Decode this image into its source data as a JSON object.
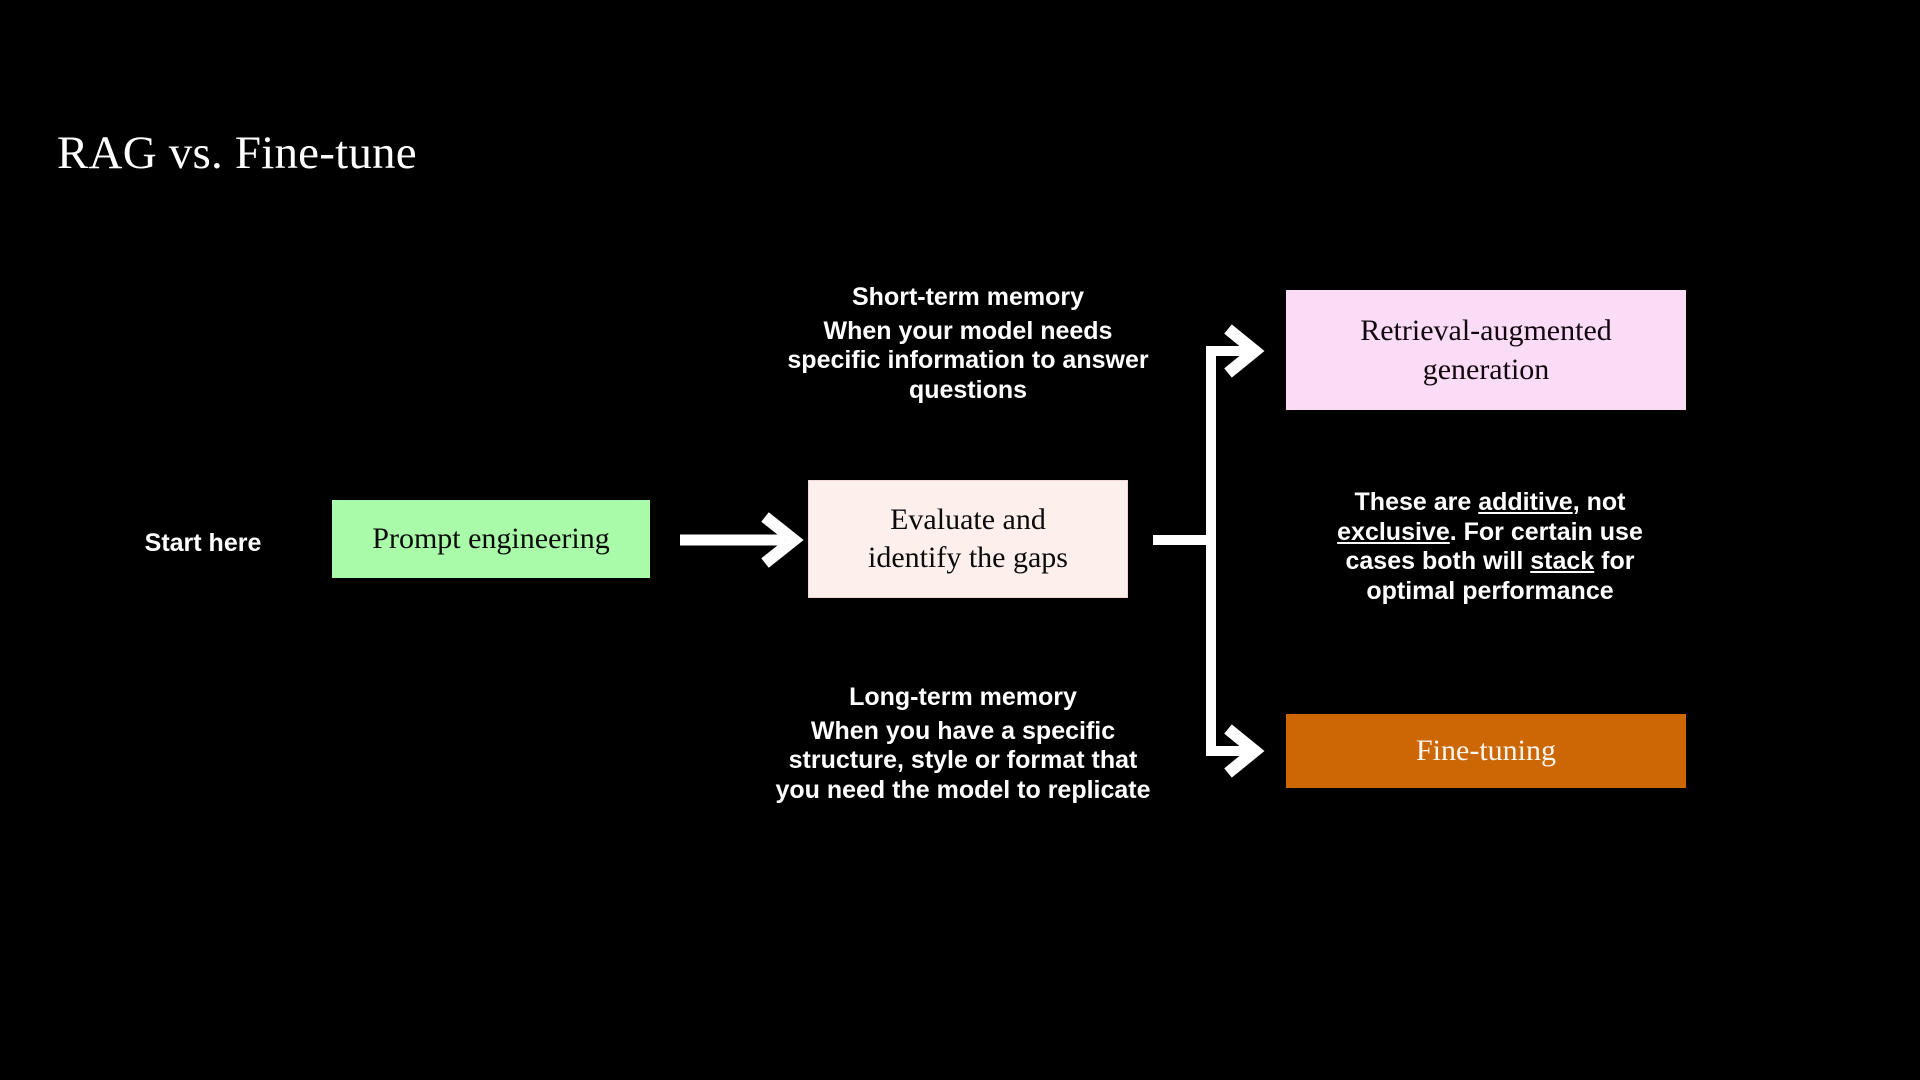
{
  "slide": {
    "title": "RAG vs. Fine-tune",
    "background_color": "#000000"
  },
  "labels": {
    "start_here": "Start here"
  },
  "nodes": {
    "prompt_engineering": {
      "label": "Prompt engineering",
      "fill": "#a9fba9",
      "text_color": "#0b0b0b"
    },
    "evaluate": {
      "line1": "Evaluate and",
      "line2": "identify the gaps",
      "fill": "#fdefeb",
      "text_color": "#0b0b0b"
    },
    "rag": {
      "line1": "Retrieval-augmented",
      "line2": "generation",
      "fill": "#fbdcf7",
      "text_color": "#12060f"
    },
    "fine_tuning": {
      "label": "Fine-tuning",
      "fill": "#cc6705",
      "text_color": "#fdf6ee"
    }
  },
  "annotations": {
    "short_term": {
      "heading": "Short-term memory",
      "body": "When your model needs specific information to answer questions"
    },
    "long_term": {
      "heading": "Long-term memory",
      "body": "When you have a specific structure, style or format that you need the model to replicate"
    },
    "stack_note": {
      "part1": "These are ",
      "em1": "additive",
      "part2": ", not ",
      "em2": "exclusive",
      "part3": ". For certain use cases both will ",
      "em3": "stack",
      "part4": " for optimal performance"
    }
  },
  "connectors": {
    "arrow_color": "#ffffff",
    "items": [
      {
        "name": "prompt-to-evaluate",
        "kind": "straight-right"
      },
      {
        "name": "evaluate-to-branch",
        "kind": "tee"
      },
      {
        "name": "branch-to-rag",
        "kind": "elbow-up-right"
      },
      {
        "name": "branch-to-finetune",
        "kind": "elbow-down-right"
      }
    ]
  }
}
